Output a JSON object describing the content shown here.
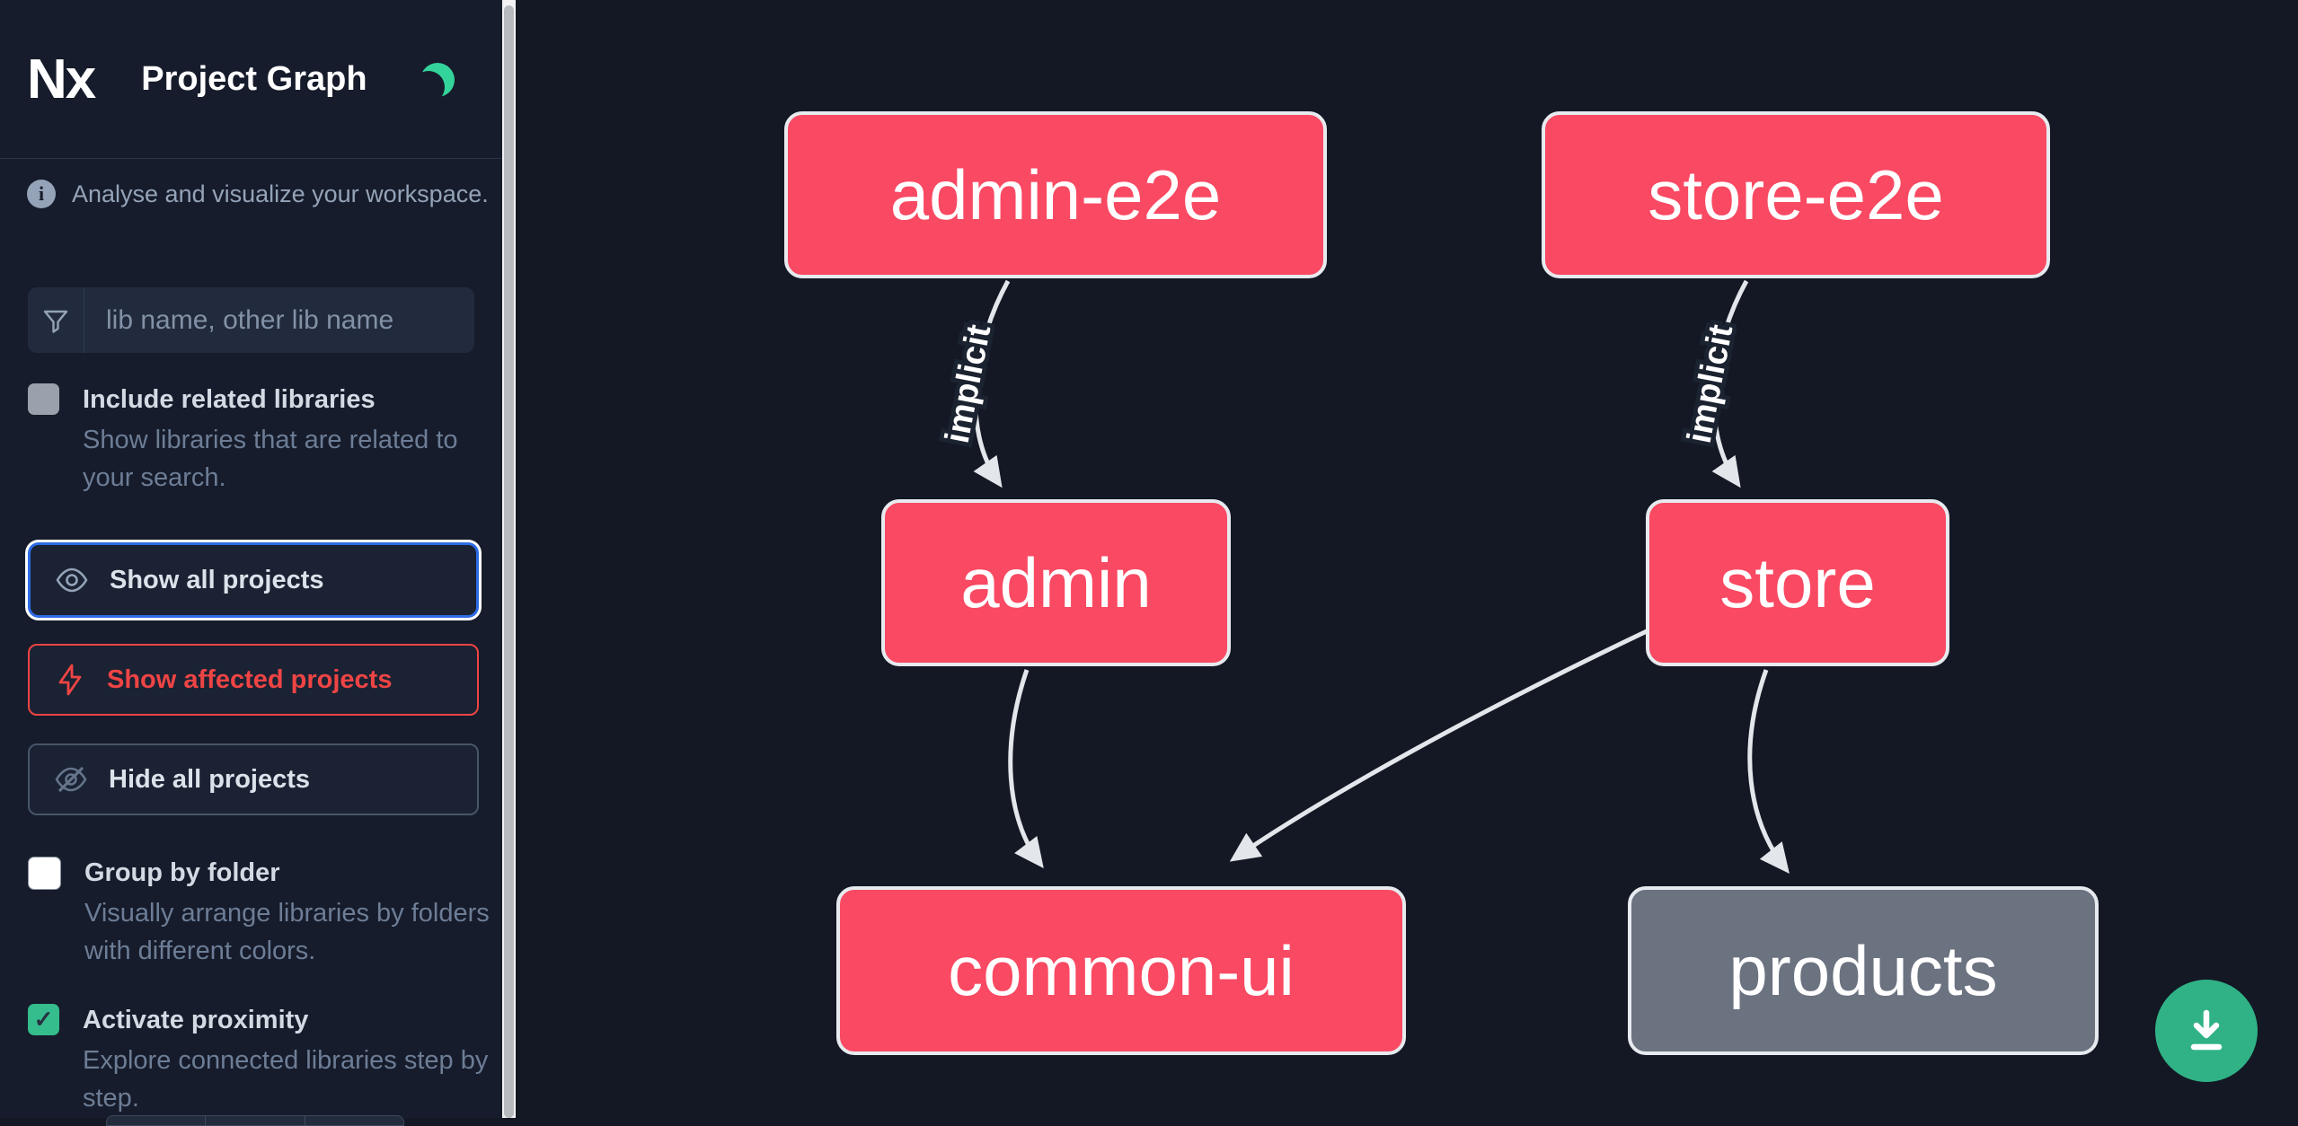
{
  "header": {
    "logo_text": "Nx",
    "title": "Project Graph"
  },
  "sidebar": {
    "tagline": "Analyse and visualize your workspace.",
    "search": {
      "placeholder": "lib name, other lib name"
    },
    "checkboxes": [
      {
        "label": "Include related libraries",
        "description": "Show libraries that are related to your search.",
        "checked": false
      },
      {
        "label": "Group by folder",
        "description": "Visually arrange libraries by folders with different colors.",
        "checked": false
      },
      {
        "label": "Activate proximity",
        "description": "Explore connected libraries step by step.",
        "checked": true,
        "checkmark": "✓"
      }
    ],
    "buttons": [
      {
        "label": "Show all projects",
        "state": "focused"
      },
      {
        "label": "Show affected projects",
        "state": "affected"
      },
      {
        "label": "Hide all projects",
        "state": "default"
      }
    ]
  },
  "graph": {
    "nodes": [
      {
        "id": "admin-e2e",
        "style": "pink"
      },
      {
        "id": "store-e2e",
        "style": "pink"
      },
      {
        "id": "admin",
        "style": "pink"
      },
      {
        "id": "store",
        "style": "pink"
      },
      {
        "id": "common-ui",
        "style": "pink"
      },
      {
        "id": "products",
        "style": "gray"
      }
    ],
    "edges": [
      {
        "from": "admin-e2e",
        "to": "admin",
        "label": "implicit"
      },
      {
        "from": "store-e2e",
        "to": "store",
        "label": "implicit"
      },
      {
        "from": "admin",
        "to": "common-ui",
        "label": ""
      },
      {
        "from": "store",
        "to": "common-ui",
        "label": ""
      },
      {
        "from": "store",
        "to": "products",
        "label": ""
      }
    ]
  },
  "colors": {
    "node_pink": "#f94963",
    "node_gray": "#6b7280",
    "node_border": "#e7eaee",
    "edge": "#e3e6ea",
    "accent_green": "#35bd8d",
    "accent_blue": "#2e6be6",
    "accent_red": "#ef4444",
    "sidebar_bg": "#161c2b",
    "canvas_bg": "#131824"
  }
}
